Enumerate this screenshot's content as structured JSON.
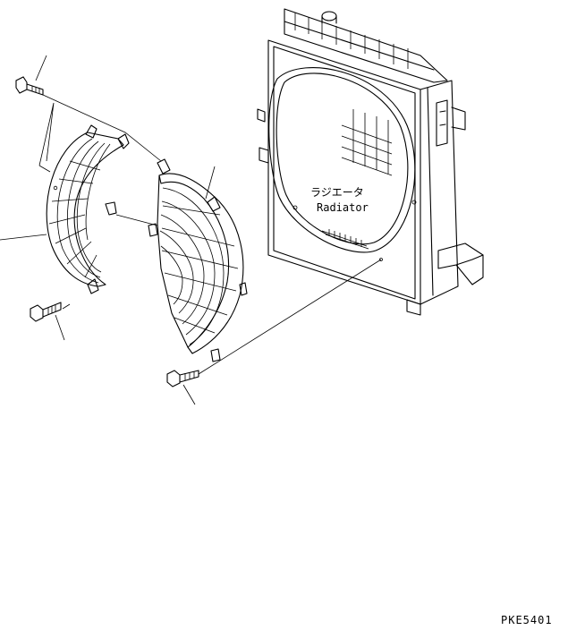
{
  "radiator": {
    "label_jp": "ラジエータ",
    "label_en": "Radiator"
  },
  "drawing_code": "PKE5401"
}
